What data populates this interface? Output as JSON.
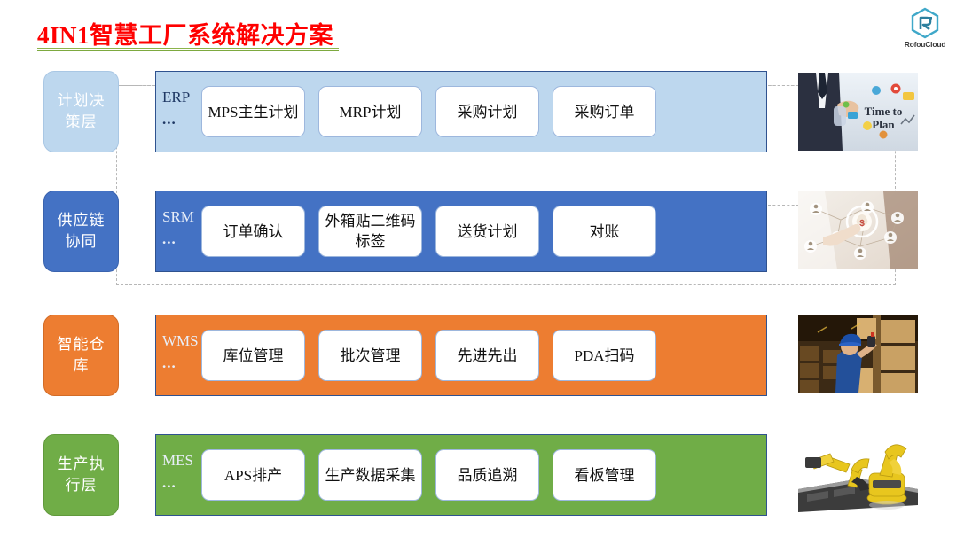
{
  "header": {
    "title": "4IN1智慧工厂系统解决方案",
    "logo_text": "RofouCloud",
    "logo_icon": "hexagon-r-logo-icon",
    "title_color": "#FF0000",
    "rule_color": "#7DA93F"
  },
  "rows": [
    {
      "chip_label": "计划决策层",
      "system": "ERP",
      "system_suffix": "...",
      "band_color": "#BDD7EE",
      "chip_color": "#BDD7EE",
      "cards": [
        "MPS主生计划",
        "MRP计划",
        "采购计划",
        "采购订单"
      ],
      "photo_caption": "businessman-time-to-plan-photo"
    },
    {
      "chip_label": "供应链协同",
      "system": "SRM",
      "system_suffix": "...",
      "band_color": "#4472C4",
      "chip_color": "#4472C4",
      "cards": [
        "订单确认",
        "外箱贴二维码标签",
        "送货计划",
        "对账"
      ],
      "photo_caption": "hand-touching-money-network-photo"
    },
    {
      "chip_label": "智能仓库",
      "system": "WMS",
      "system_suffix": "...",
      "band_color": "#ED7D31",
      "chip_color": "#ED7D31",
      "cards": [
        "库位管理",
        "批次管理",
        "先进先出",
        "PDA扫码"
      ],
      "photo_caption": "warehouse-worker-scanning-photo"
    },
    {
      "chip_label": "生产执行层",
      "system": "MES",
      "system_suffix": "...",
      "band_color": "#70AD47",
      "chip_color": "#70AD47",
      "cards": [
        "APS排产",
        "生产数据采集",
        "品质追溯",
        "看板管理"
      ],
      "photo_caption": "yellow-robot-arms-conveyor-photo"
    }
  ],
  "photo1_text": {
    "line1": "Time to",
    "line2": "Plan"
  }
}
